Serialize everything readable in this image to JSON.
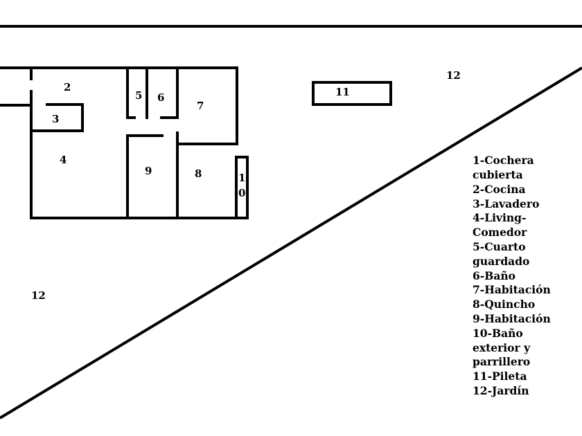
{
  "rooms": {
    "r1a": "1",
    "r1b": "0",
    "r2": "2",
    "r3": "3",
    "r4": "4",
    "r5": "5",
    "r6": "6",
    "r7": "7",
    "r8": "8",
    "r9": "9",
    "r11": "11",
    "r12a": "12",
    "r12b": "12"
  },
  "legend": [
    "1-Cochera",
    "cubierta",
    "2-Cocina",
    "3-Lavadero",
    "4-Living-",
    "Comedor",
    "5-Cuarto",
    "guardado",
    "6-Baño",
    "7-Habitación",
    "8-Quincho",
    "9-Habitación",
    "10-Baño",
    "exterior y",
    "parrillero",
    "11-Pileta",
    "12-Jardín"
  ]
}
